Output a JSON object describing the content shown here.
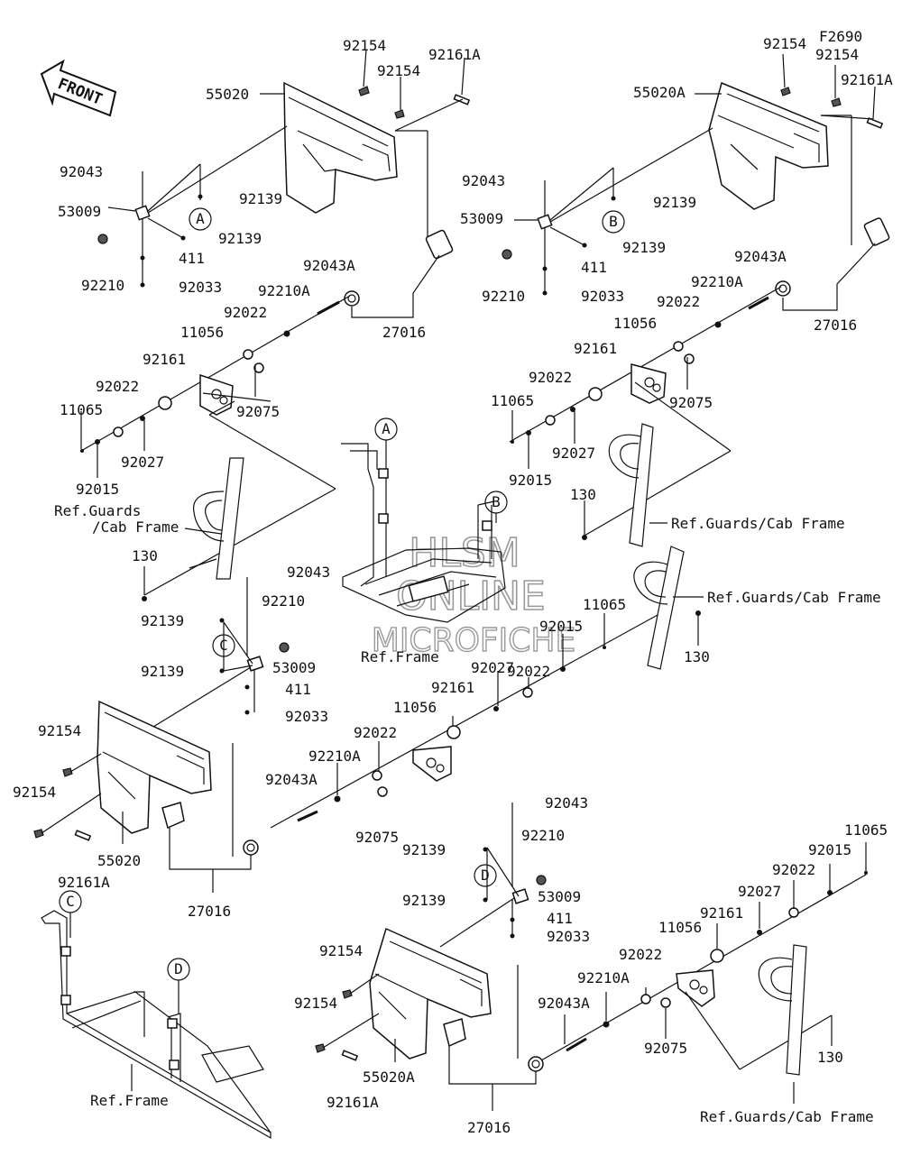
{
  "diagram_code": "F2690",
  "front_label": "FRONT",
  "watermark": [
    "HLSM",
    "ONLINE",
    "MICROFICHE"
  ],
  "callouts": [
    "A",
    "B",
    "C",
    "D"
  ],
  "references": {
    "frame": "Ref.Frame",
    "guards_cab_frame": "Ref.Guards/Cab Frame",
    "guards_line1": "Ref.Guards",
    "guards_line2": "/Cab Frame"
  },
  "labels": {
    "q1": [
      "92154",
      "92154",
      "92161A",
      "55020",
      "92043",
      "53009",
      "92139",
      "92139",
      "92210",
      "411",
      "92033",
      "92043A",
      "92210A",
      "92022",
      "11056",
      "92161",
      "92022",
      "11065",
      "92015",
      "92027",
      "92075",
      "27016",
      "130"
    ],
    "q2": [
      "92154",
      "92154",
      "92161A",
      "55020A",
      "92043",
      "92139",
      "53009",
      "92139",
      "92210",
      "411",
      "92033",
      "92043A",
      "92210A",
      "92022",
      "11056",
      "92161",
      "92022",
      "11065",
      "92015",
      "92027",
      "92075",
      "27016",
      "130",
      "130",
      "11065",
      "92015",
      "92022",
      "92027"
    ],
    "q3": [
      "92043",
      "92210",
      "92139",
      "53009",
      "92139",
      "411",
      "92033",
      "92154",
      "92154",
      "55020",
      "92161A",
      "27016",
      "92043A",
      "92210A",
      "92022",
      "11056",
      "92161",
      "92075"
    ],
    "q4": [
      "92043",
      "92210",
      "92139",
      "53009",
      "92139",
      "411",
      "92033",
      "92154",
      "92154",
      "55020A",
      "92161A",
      "27016",
      "92043A",
      "92210A",
      "92022",
      "11056",
      "92161",
      "92075",
      "11065",
      "92015",
      "92022",
      "92027",
      "130"
    ]
  }
}
